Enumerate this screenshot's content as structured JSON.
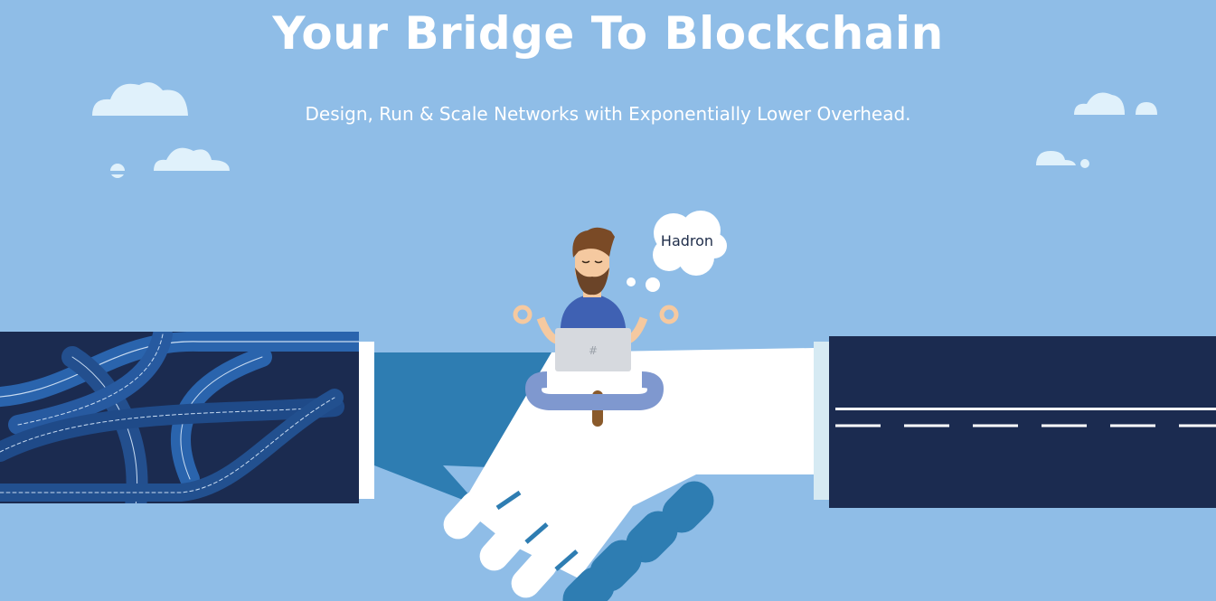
{
  "hero": {
    "title": "Your Bridge To Blockchain",
    "subtitle": "Design, Run & Scale Networks with Exponentially Lower Overhead.",
    "thought_bubble": "Hadron"
  },
  "colors": {
    "background": "#8fbde7",
    "sleeve": "#1b2b50",
    "left_hand": "#2e7db2",
    "right_hand": "#ffffff",
    "road": "#2a5fa3"
  }
}
